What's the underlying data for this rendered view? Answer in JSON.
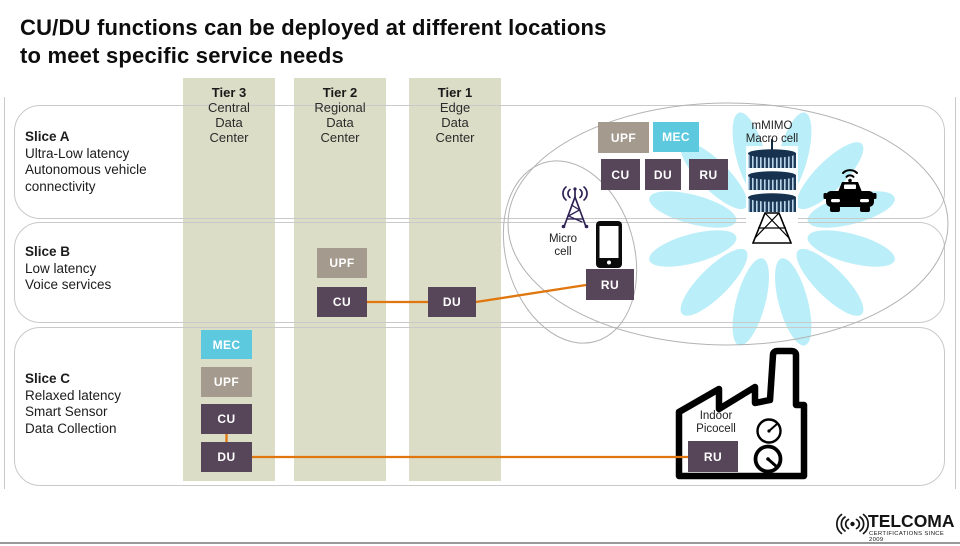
{
  "title": {
    "line1": "CU/DU functions can be deployed at different locations",
    "line2": "to meet specific service needs"
  },
  "tiers": [
    {
      "name": "Tier 3",
      "lines": [
        "Central",
        "Data",
        "Center"
      ]
    },
    {
      "name": "Tier 2",
      "lines": [
        "Regional",
        "Data",
        "Center"
      ]
    },
    {
      "name": "Tier 1",
      "lines": [
        "Edge",
        "Data",
        "Center"
      ]
    }
  ],
  "slices": [
    {
      "name": "Slice A",
      "desc": [
        "Ultra-Low latency",
        "Autonomous vehicle",
        "connectivity"
      ]
    },
    {
      "name": "Slice B",
      "desc": [
        "Low latency",
        "Voice services"
      ]
    },
    {
      "name": "Slice C",
      "desc": [
        "Relaxed latency",
        "Smart Sensor",
        "Data Collection"
      ]
    }
  ],
  "function_boxes": {
    "upf": "UPF",
    "mec": "MEC",
    "cu": "CU",
    "du": "DU",
    "ru": "RU"
  },
  "cell_labels": {
    "macro": [
      "mMIMO",
      "Macro cell"
    ],
    "micro": [
      "Micro",
      "cell"
    ],
    "pico": [
      "Indoor",
      "Picocell"
    ]
  },
  "logo": {
    "brand": "TELCOMA",
    "tagline": "CERTIFICATIONS SINCE 2009"
  },
  "colors": {
    "tier_column": "#dcddc7",
    "upf_box": "#a49a8e",
    "mec_box": "#5dc9de",
    "cu_du_ru_box": "#574659",
    "connector": "#e0770e",
    "coverage_petal": "#baeef8",
    "row_border": "#c9c9c9",
    "micro_tower": "#2e2154",
    "title_text": "#0d0d0d"
  }
}
